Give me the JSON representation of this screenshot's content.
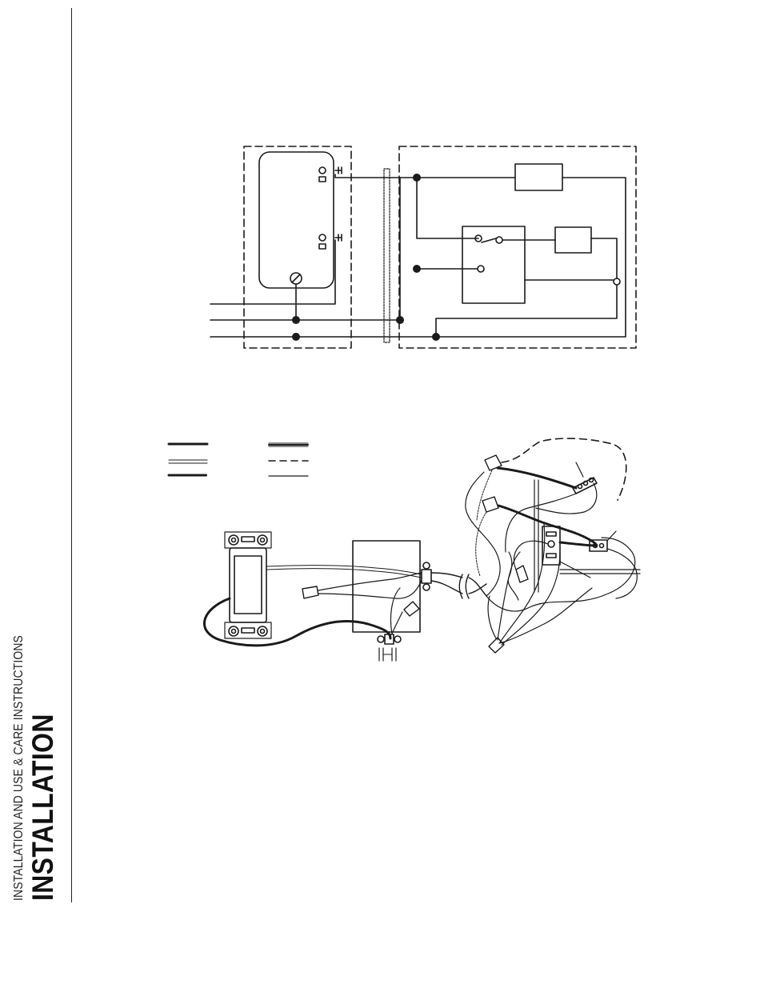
{
  "section": {
    "subtitle": "INSTALLATION AND USE & CARE INSTRUCTIONS",
    "title": "INSTALLATION"
  },
  "colors": {
    "ink": "#1a1a1a",
    "paper": "#ffffff"
  },
  "diagrams": [
    {
      "name": "schematic-wiring-diagram"
    },
    {
      "name": "pictorial-wiring-diagram"
    },
    {
      "name": "wire-type-legend"
    }
  ]
}
